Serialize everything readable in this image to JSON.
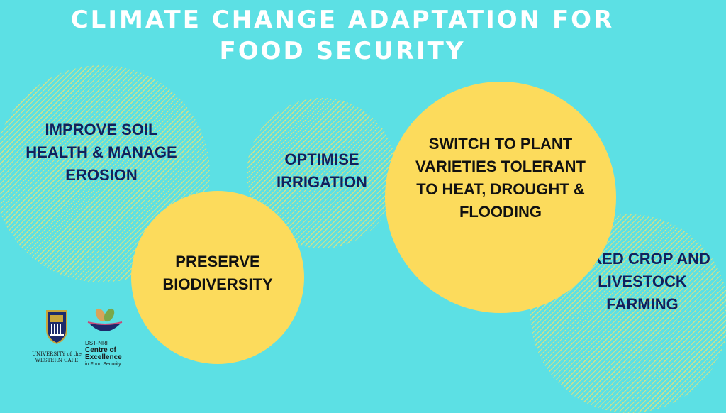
{
  "title_line1": "CLIMATE CHANGE ADAPTATION FOR",
  "title_line2": "FOOD SECURITY",
  "strategies": {
    "soil_line1": "IMPROVE SOIL",
    "soil_line2": "HEALTH & MANAGE",
    "soil_line3": "EROSION",
    "irrigation_line1": "OPTIMISE",
    "irrigation_line2": "IRRIGATION",
    "biodiversity_line1": "PRESERVE",
    "biodiversity_line2": "BIODIVERSITY",
    "varieties_line1": "SWITCH TO PLANT",
    "varieties_line2": "VARIETIES TOLERANT",
    "varieties_line3": "TO HEAT, DROUGHT &",
    "varieties_line4": "FLOODING",
    "mixed_line1": "MIXED CROP AND",
    "mixed_line2": "LIVESTOCK",
    "mixed_line3": "FARMING"
  },
  "logos": {
    "uwc_line1": "UNIVERSITY of the",
    "uwc_line2": "WESTERN CAPE",
    "coe_line1": "DST-NRF",
    "coe_line2": "Centre of",
    "coe_line3": "Excellence",
    "coe_line4": "in Food Security"
  },
  "colors": {
    "background": "#5ce0e4",
    "circle_yellow": "#fcdb5c",
    "text_navy": "#12215c",
    "title": "#ffffff"
  }
}
